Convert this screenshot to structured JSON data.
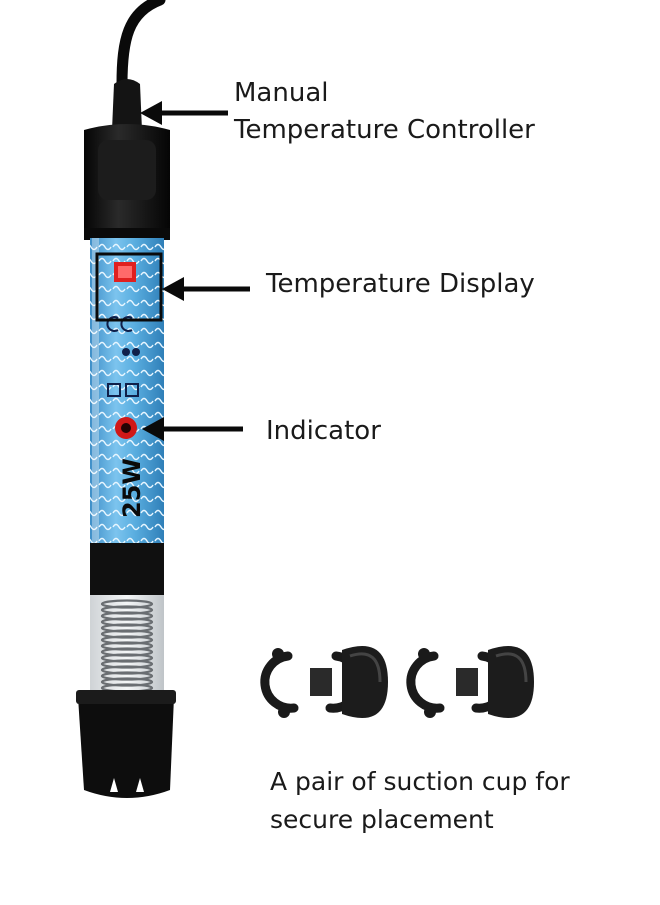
{
  "labels": {
    "controller_line1": "Manual",
    "controller_line2": "Temperature Controller",
    "display": "Temperature Display",
    "indicator": "Indicator",
    "suction_caption_line1": "A pair of suction cup for",
    "suction_caption_line2": "secure placement"
  },
  "product": {
    "wattage": "25W"
  },
  "colors": {
    "tube_blue": "#5aaee0",
    "cap_black": "#111111",
    "indicator_red": "#d01818",
    "display_red": "#e02020"
  },
  "icons": [
    "heater-icon",
    "suction-cup-icon",
    "arrow-icon"
  ]
}
